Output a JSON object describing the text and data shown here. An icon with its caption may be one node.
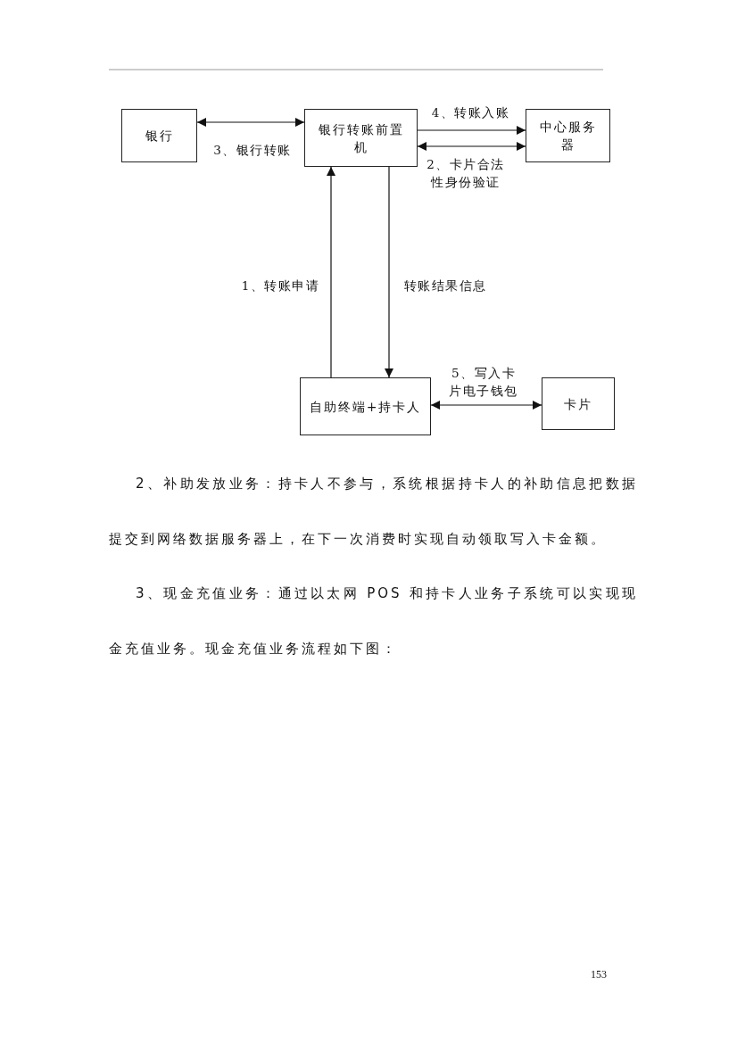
{
  "diagram": {
    "nodes": [
      {
        "text": [
          "银行"
        ]
      },
      {
        "text": [
          "银行转账前置机"
        ]
      },
      {
        "text": [
          "中心服务器"
        ]
      },
      {
        "text": [
          "自助终端+持卡人"
        ]
      },
      {
        "text": [
          "卡片"
        ]
      }
    ],
    "edges": [
      {
        "from": 0,
        "to": 1,
        "arrow": "both",
        "label": "3、银行转账"
      },
      {
        "from": 1,
        "to": 2,
        "arrow": "to",
        "label": "4、转账入账"
      },
      {
        "from": 1,
        "to": 2,
        "arrow": "both",
        "label": "2、卡片合法性身份验证"
      },
      {
        "from": 3,
        "to": 1,
        "arrow": "to",
        "label": "1、转账申请"
      },
      {
        "from": 1,
        "to": 3,
        "arrow": "to",
        "label": "转账结果信息"
      },
      {
        "from": 3,
        "to": 4,
        "arrow": "both",
        "label": "5、写入卡片电子钱包"
      }
    ],
    "labels": [
      "2、补助发放业务：持卡人不参与，系统根据持卡人的补助信息把数据提交到网络数据服务器上，在下一次消费时实现自动领取写入卡金额。",
      "3、现金充值业务：通过以太网 POS 和持卡人业务子系统可以实现现金充值业务。现金充值业务流程如下图：",
      "153"
    ]
  }
}
